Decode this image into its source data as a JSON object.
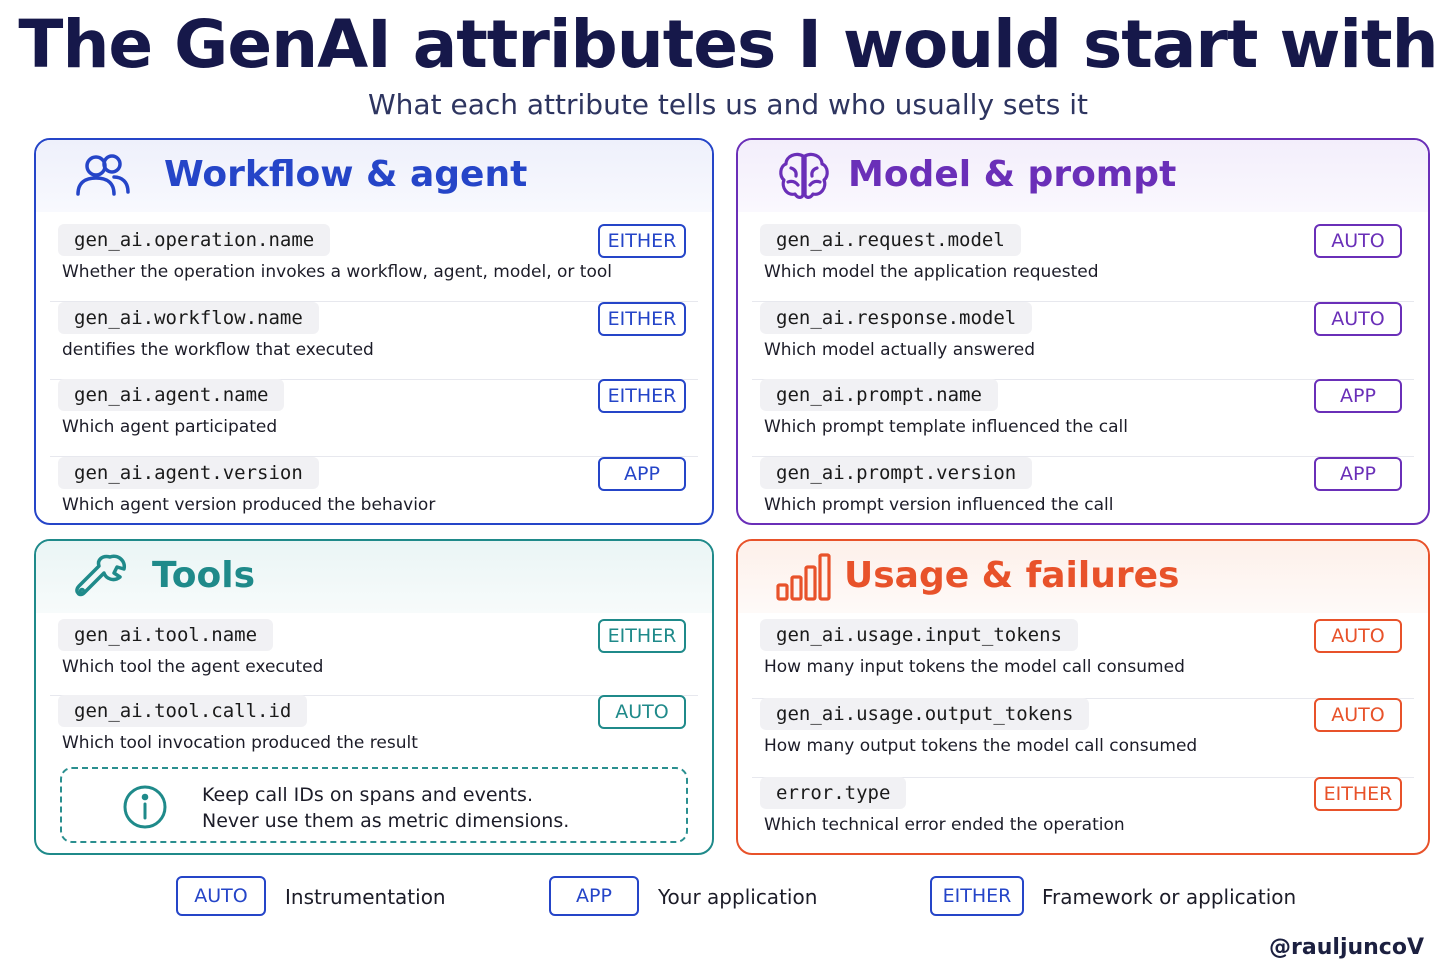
{
  "header": {
    "title": "The GenAI attributes I would start with",
    "subtitle": "What each attribute tells us and who usually sets it"
  },
  "colors": {
    "workflow": "#2545c8",
    "model": "#6a2fb8",
    "tools": "#1f8a8a",
    "usage": "#e8522a"
  },
  "panels": {
    "workflow": {
      "title": "Workflow & agent",
      "icon": "users-icon",
      "rows": [
        {
          "attr": "gen_ai.operation.name",
          "desc": "Whether the operation invokes a workflow, agent, model, or tool",
          "badge": "EITHER"
        },
        {
          "attr": "gen_ai.workflow.name",
          "desc": "dentifies the workflow that executed",
          "badge": "EITHER"
        },
        {
          "attr": "gen_ai.agent.name",
          "desc": "Which agent participated",
          "badge": "EITHER"
        },
        {
          "attr": "gen_ai.agent.version",
          "desc": "Which agent version produced the behavior",
          "badge": "APP"
        }
      ]
    },
    "model": {
      "title": "Model & prompt",
      "icon": "brain-icon",
      "rows": [
        {
          "attr": "gen_ai.request.model",
          "desc": "Which model the application requested",
          "badge": "AUTO"
        },
        {
          "attr": "gen_ai.response.model",
          "desc": "Which model actually answered",
          "badge": "AUTO"
        },
        {
          "attr": "gen_ai.prompt.name",
          "desc": "Which prompt template influenced the call",
          "badge": "APP"
        },
        {
          "attr": "gen_ai.prompt.version",
          "desc": "Which prompt version influenced the call",
          "badge": "APP"
        }
      ]
    },
    "tools": {
      "title": "Tools",
      "icon": "wrench-icon",
      "rows": [
        {
          "attr": "gen_ai.tool.name",
          "desc": "Which tool the agent executed",
          "badge": "EITHER"
        },
        {
          "attr": "gen_ai.tool.call.id",
          "desc": "Which tool invocation produced the result",
          "badge": "AUTO"
        }
      ],
      "note": {
        "icon": "info-icon",
        "line1": "Keep call IDs on spans and events.",
        "line2": "Never use them as metric dimensions."
      }
    },
    "usage": {
      "title": "Usage & failures",
      "icon": "bar-chart-icon",
      "rows": [
        {
          "attr": "gen_ai.usage.input_tokens",
          "desc": "How many input tokens the model call consumed",
          "badge": "AUTO"
        },
        {
          "attr": "gen_ai.usage.output_tokens",
          "desc": "How many output tokens the model call consumed",
          "badge": "AUTO"
        },
        {
          "attr": "error.type",
          "desc": "Which technical error ended the operation",
          "badge": "EITHER"
        }
      ]
    }
  },
  "legend": [
    {
      "badge": "AUTO",
      "text": "Instrumentation"
    },
    {
      "badge": "APP",
      "text": "Your application"
    },
    {
      "badge": "EITHER",
      "text": "Framework or application"
    }
  ],
  "handle": "@rauljuncoV"
}
